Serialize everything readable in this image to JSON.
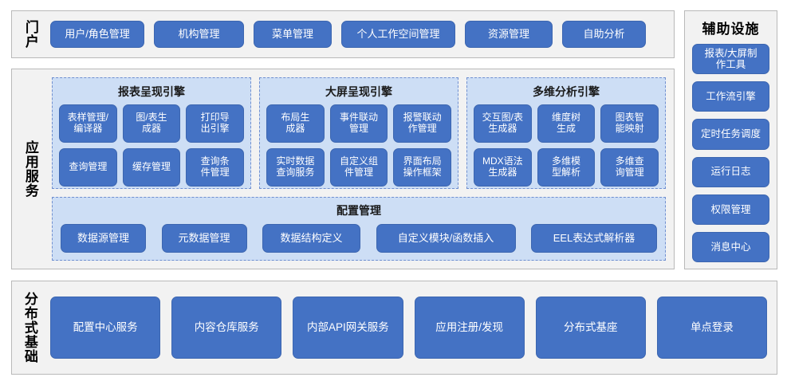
{
  "portal": {
    "label": "门户",
    "buttons": [
      {
        "label": "用户/角色管理",
        "w": "w1"
      },
      {
        "label": "机构管理",
        "w": "w2"
      },
      {
        "label": "菜单管理",
        "w": "w3"
      },
      {
        "label": "个人工作空间管理",
        "w": "w4"
      },
      {
        "label": "资源管理",
        "w": "w5"
      },
      {
        "label": "自助分析",
        "w": "w6"
      }
    ]
  },
  "app_service": {
    "label": "应用服务",
    "engines": [
      {
        "title": "报表呈现引擎",
        "items": [
          "表样管理/\n编译器",
          "图/表生\n成器",
          "打印导\n出引擎",
          "查询管理",
          "缓存管理",
          "查询条\n件管理"
        ]
      },
      {
        "title": "大屏呈现引擎",
        "items": [
          "布局生\n成器",
          "事件联动\n管理",
          "报警联动\n作管理",
          "实时数据\n查询服务",
          "自定义组\n件管理",
          "界面布局\n操作框架"
        ]
      },
      {
        "title": "多维分析引擎",
        "items": [
          "交互图/表\n生成器",
          "维度树\n生成",
          "图表智\n能映射",
          "MDX语法\n生成器",
          "多维模\n型解析",
          "多维查\n询管理"
        ]
      }
    ],
    "config": {
      "title": "配置管理",
      "items": [
        {
          "label": "数据源管理",
          "w": "c1"
        },
        {
          "label": "元数据管理",
          "w": "c2"
        },
        {
          "label": "数据结构定义",
          "w": "c3"
        },
        {
          "label": "自定义模块/函数插入",
          "w": "c4"
        },
        {
          "label": "EEL表达式解析器",
          "w": "c5"
        }
      ]
    }
  },
  "aux": {
    "title": "辅助设施",
    "items": [
      "报表/大屏制\n作工具",
      "工作流引擎",
      "定时任务调度",
      "运行日志",
      "权限管理",
      "消息中心"
    ]
  },
  "base": {
    "label": "分布式基础",
    "buttons": [
      "配置中心服务",
      "内容仓库服务",
      "内部API网关服务",
      "应用注册/发现",
      "分布式基座",
      "单点登录"
    ]
  },
  "colors": {
    "button_blue": "#4472c4",
    "panel_blue": "#cddef5",
    "section_gray": "#f2f2f2",
    "section_border": "#b9b9b9",
    "panel_dashed_border": "#6f8fd0"
  }
}
